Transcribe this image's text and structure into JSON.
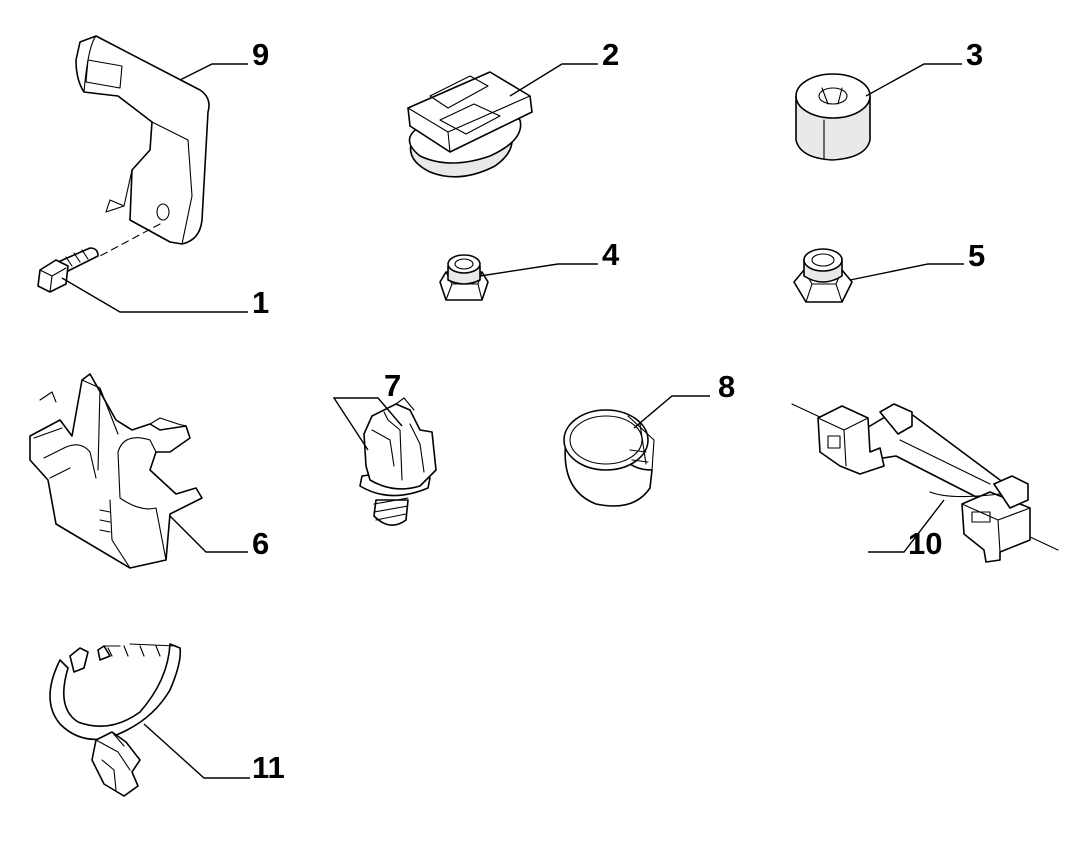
{
  "diagram": {
    "callouts": {
      "c1": "1",
      "c2": "2",
      "c3": "3",
      "c4": "4",
      "c5": "5",
      "c6": "6",
      "c7": "7",
      "c8": "8",
      "c9": "9",
      "c10": "10",
      "c11": "11"
    },
    "icons": [
      "bolt-icon",
      "grommet-icon",
      "spacer-bushing-icon",
      "nut-icon",
      "flange-nut-icon",
      "cable-holder-clip-icon",
      "push-clip-icon",
      "hose-clamp-icon",
      "bracket-icon",
      "wiring-harness-icon",
      "cable-tie-clip-icon"
    ]
  }
}
